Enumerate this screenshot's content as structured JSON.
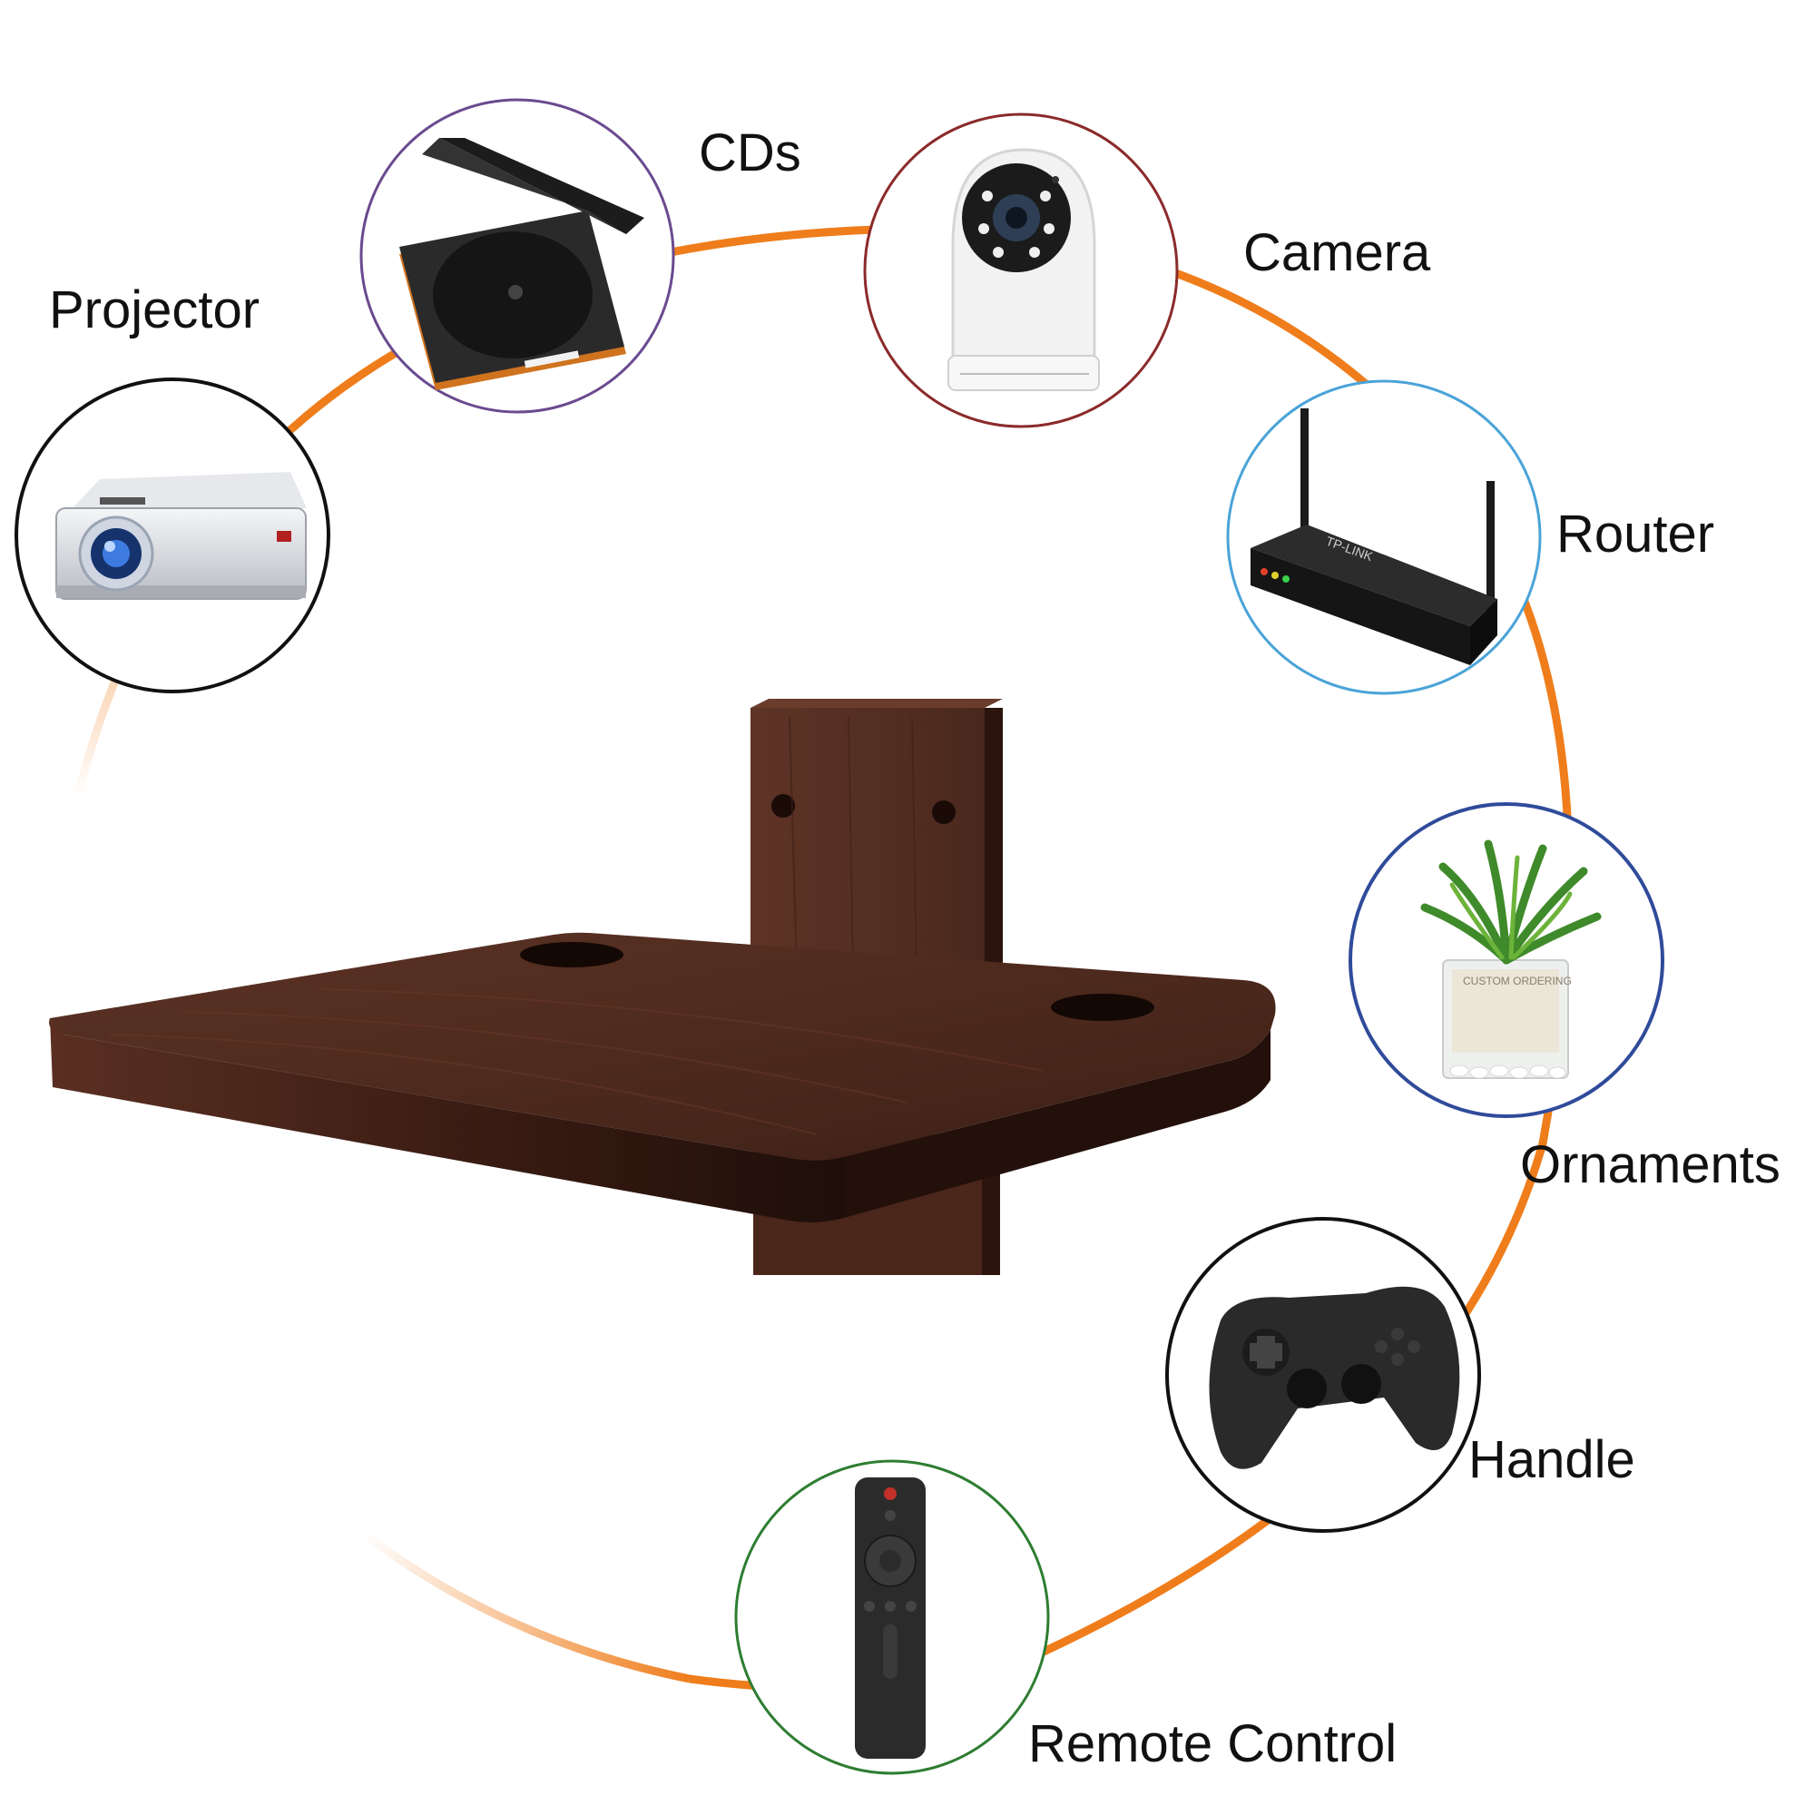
{
  "labels": {
    "cds": "CDs",
    "camera": "Camera",
    "projector": "Projector",
    "router": "Router",
    "ornaments": "Ornaments",
    "handle": "Handle",
    "remote_control": "Remote Control"
  },
  "router_brand": "TP-LINK",
  "plant_pot_label": "CUSTOM ORDERING",
  "colors": {
    "ring": "#ef7d1b",
    "shelf_top": "#4f2a1f",
    "shelf_edge": "#3a1c14",
    "cds_border": "#6a4a8f",
    "camera_border": "#8b2a2a",
    "projector_border": "#111111",
    "router_border": "#4aa3d8",
    "ornaments_border": "#2f4b9a",
    "handle_border": "#111111",
    "remote_border": "#2e7d32"
  },
  "icons": [
    "cd-player-icon",
    "security-camera-icon",
    "projector-icon",
    "router-icon",
    "potted-plant-icon",
    "gamepad-icon",
    "remote-control-icon"
  ]
}
